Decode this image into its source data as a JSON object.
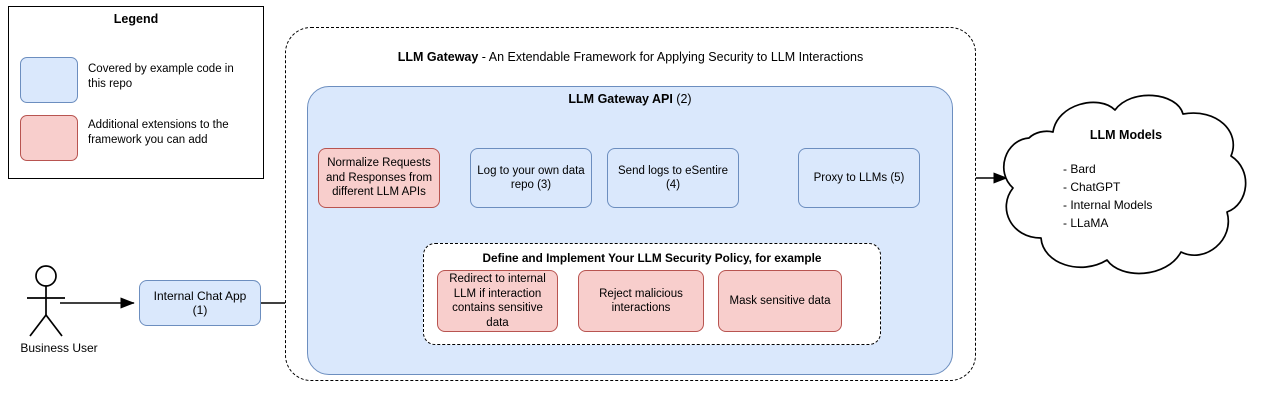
{
  "legend": {
    "title": "Legend",
    "items": [
      {
        "swatch": "blue-rounded-rect",
        "color": "#dae8fc",
        "border": "#6c8ebf",
        "label": "Covered by example code in this repo"
      },
      {
        "swatch": "red-rounded-rect",
        "color": "#f8cecc",
        "border": "#b85450",
        "label": "Additional extensions to the framework you can add"
      }
    ]
  },
  "gateway": {
    "title_bold": "LLM Gateway",
    "title_rest": " - An Extendable Framework for Applying Security to LLM Interactions",
    "api": {
      "title_bold": "LLM Gateway API",
      "title_rest": " (2)",
      "steps": [
        {
          "id": "normalize",
          "label": "Normalize Requests and Responses from different LLM APIs",
          "style": "red"
        },
        {
          "id": "log",
          "label": "Log to your own data repo (3)",
          "style": "blue"
        },
        {
          "id": "sendlogs",
          "label": "Send logs to eSentire (4)",
          "style": "blue"
        },
        {
          "id": "proxy",
          "label": "Proxy to LLMs (5)",
          "style": "blue"
        }
      ],
      "policy": {
        "title": "Define and Implement Your LLM Security Policy, for example",
        "items": [
          {
            "id": "redirect",
            "label": "Redirect to internal LLM if interaction contains sensitive data",
            "style": "red"
          },
          {
            "id": "reject",
            "label": "Reject malicious interactions",
            "style": "red"
          },
          {
            "id": "mask",
            "label": "Mask sensitive data",
            "style": "red"
          }
        ]
      }
    }
  },
  "actor": {
    "label": "Business User",
    "icon": "stick-figure-icon"
  },
  "chat_app": {
    "label": "Internal Chat App (1)",
    "style": "blue"
  },
  "cloud": {
    "title": "LLM Models",
    "items": [
      "- Bard",
      "- ChatGPT",
      "- Internal Models",
      "- LLaMA"
    ]
  },
  "colors": {
    "blue_fill": "#dae8fc",
    "blue_stroke": "#6c8ebf",
    "red_fill": "#f8cecc",
    "red_stroke": "#b85450",
    "line": "#000000",
    "background": "#ffffff"
  }
}
